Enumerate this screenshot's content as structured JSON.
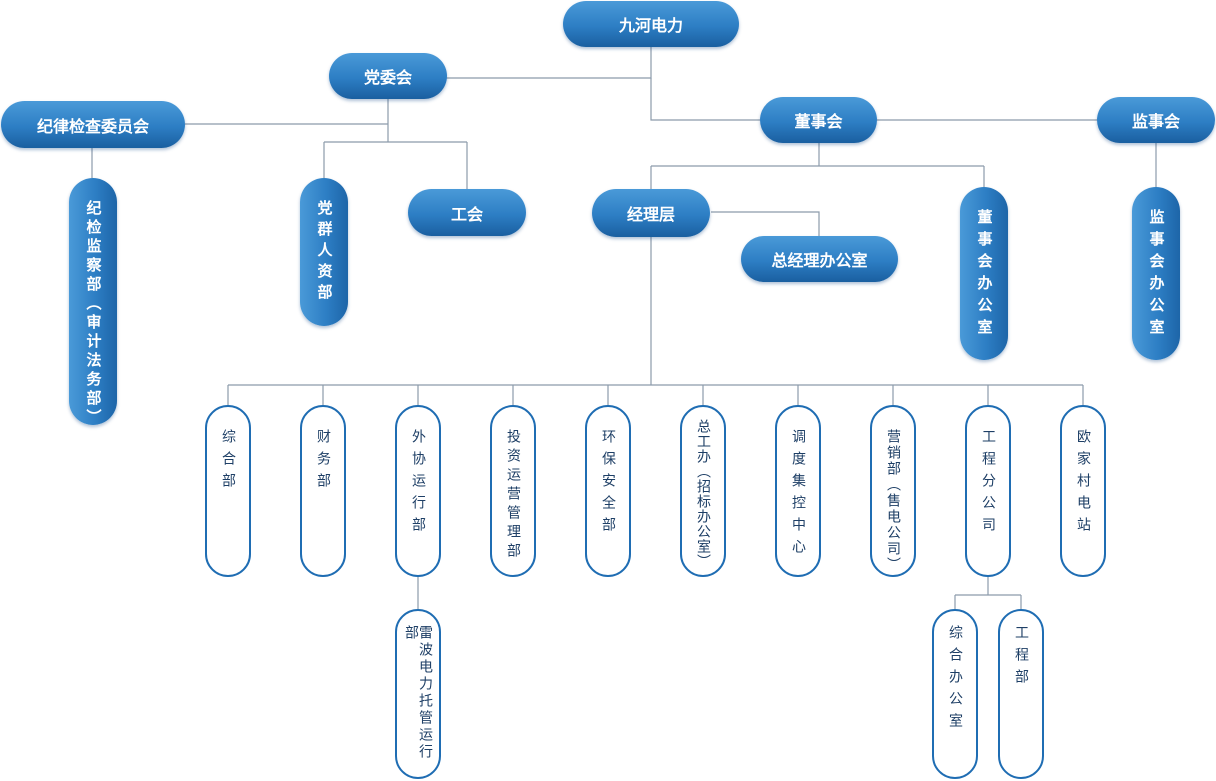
{
  "org": {
    "root": "九河电力",
    "party": "党委会",
    "discipline": "纪律检查委员会",
    "discipline_dept": "纪检监察部（审计法务部）",
    "party_hr": "党群人资部",
    "union": "工会",
    "board": "董事会",
    "supervisory": "监事会",
    "supervisory_office": "监事会办公室",
    "board_office": "董事会办公室",
    "management": "经理层",
    "gm_office": "总经理办公室",
    "departments": [
      "综合部",
      "财务部",
      "外协运行部",
      "投资运营管理部",
      "环保安全部",
      "总工办（招标办公室）",
      "调度集控中心",
      "营销部（售电公司）",
      "工程分公司",
      "欧家村电站"
    ],
    "sub_outsource": "雷波电力托管运行部",
    "sub_engineering": [
      "综合办公室",
      "工程部"
    ]
  },
  "colors": {
    "node_fill": "#2d7ec4",
    "node_border": "#1f6db3",
    "line": "#8c9bab",
    "dept_text": "#1e3f66"
  }
}
